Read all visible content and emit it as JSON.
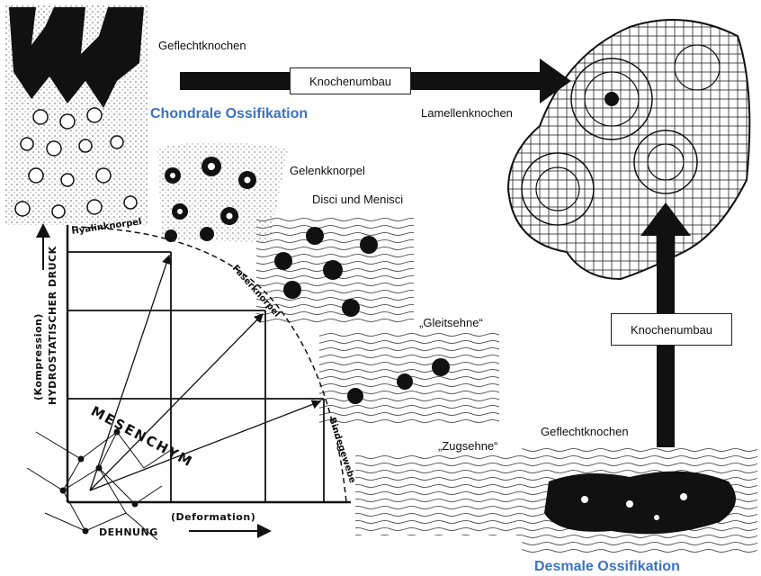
{
  "labels": {
    "top_geflecht": "Geflechtknochen",
    "chondrale": "Chondrale Ossifikation",
    "lamellen": "Lamellenknochen",
    "gelenk": "Gelenkknorpel",
    "disci": "Disci und Menisci",
    "gleit": "„Gleitsehne“",
    "zug": "„Zugsehne“",
    "bottom_geflecht": "Geflechtknochen",
    "desmale": "Desmale Ossifikation",
    "umbau_top": "Knochenumbau",
    "umbau_right": "Knochenumbau"
  },
  "diagram": {
    "y_axis_1": "(Kompression)",
    "y_axis_2": "HYDROSTATISCHER DRUCK",
    "x_axis_1": "(Deformation)",
    "x_axis_2": "DEHNUNG",
    "curve_hyalin": "Hyalinknorpel",
    "curve_faser": "Faserknorpel",
    "curve_binde": "Bindegewebe",
    "mesenchym": "MESENCHYM"
  },
  "colors": {
    "accent_blue": "#3b73c4"
  }
}
